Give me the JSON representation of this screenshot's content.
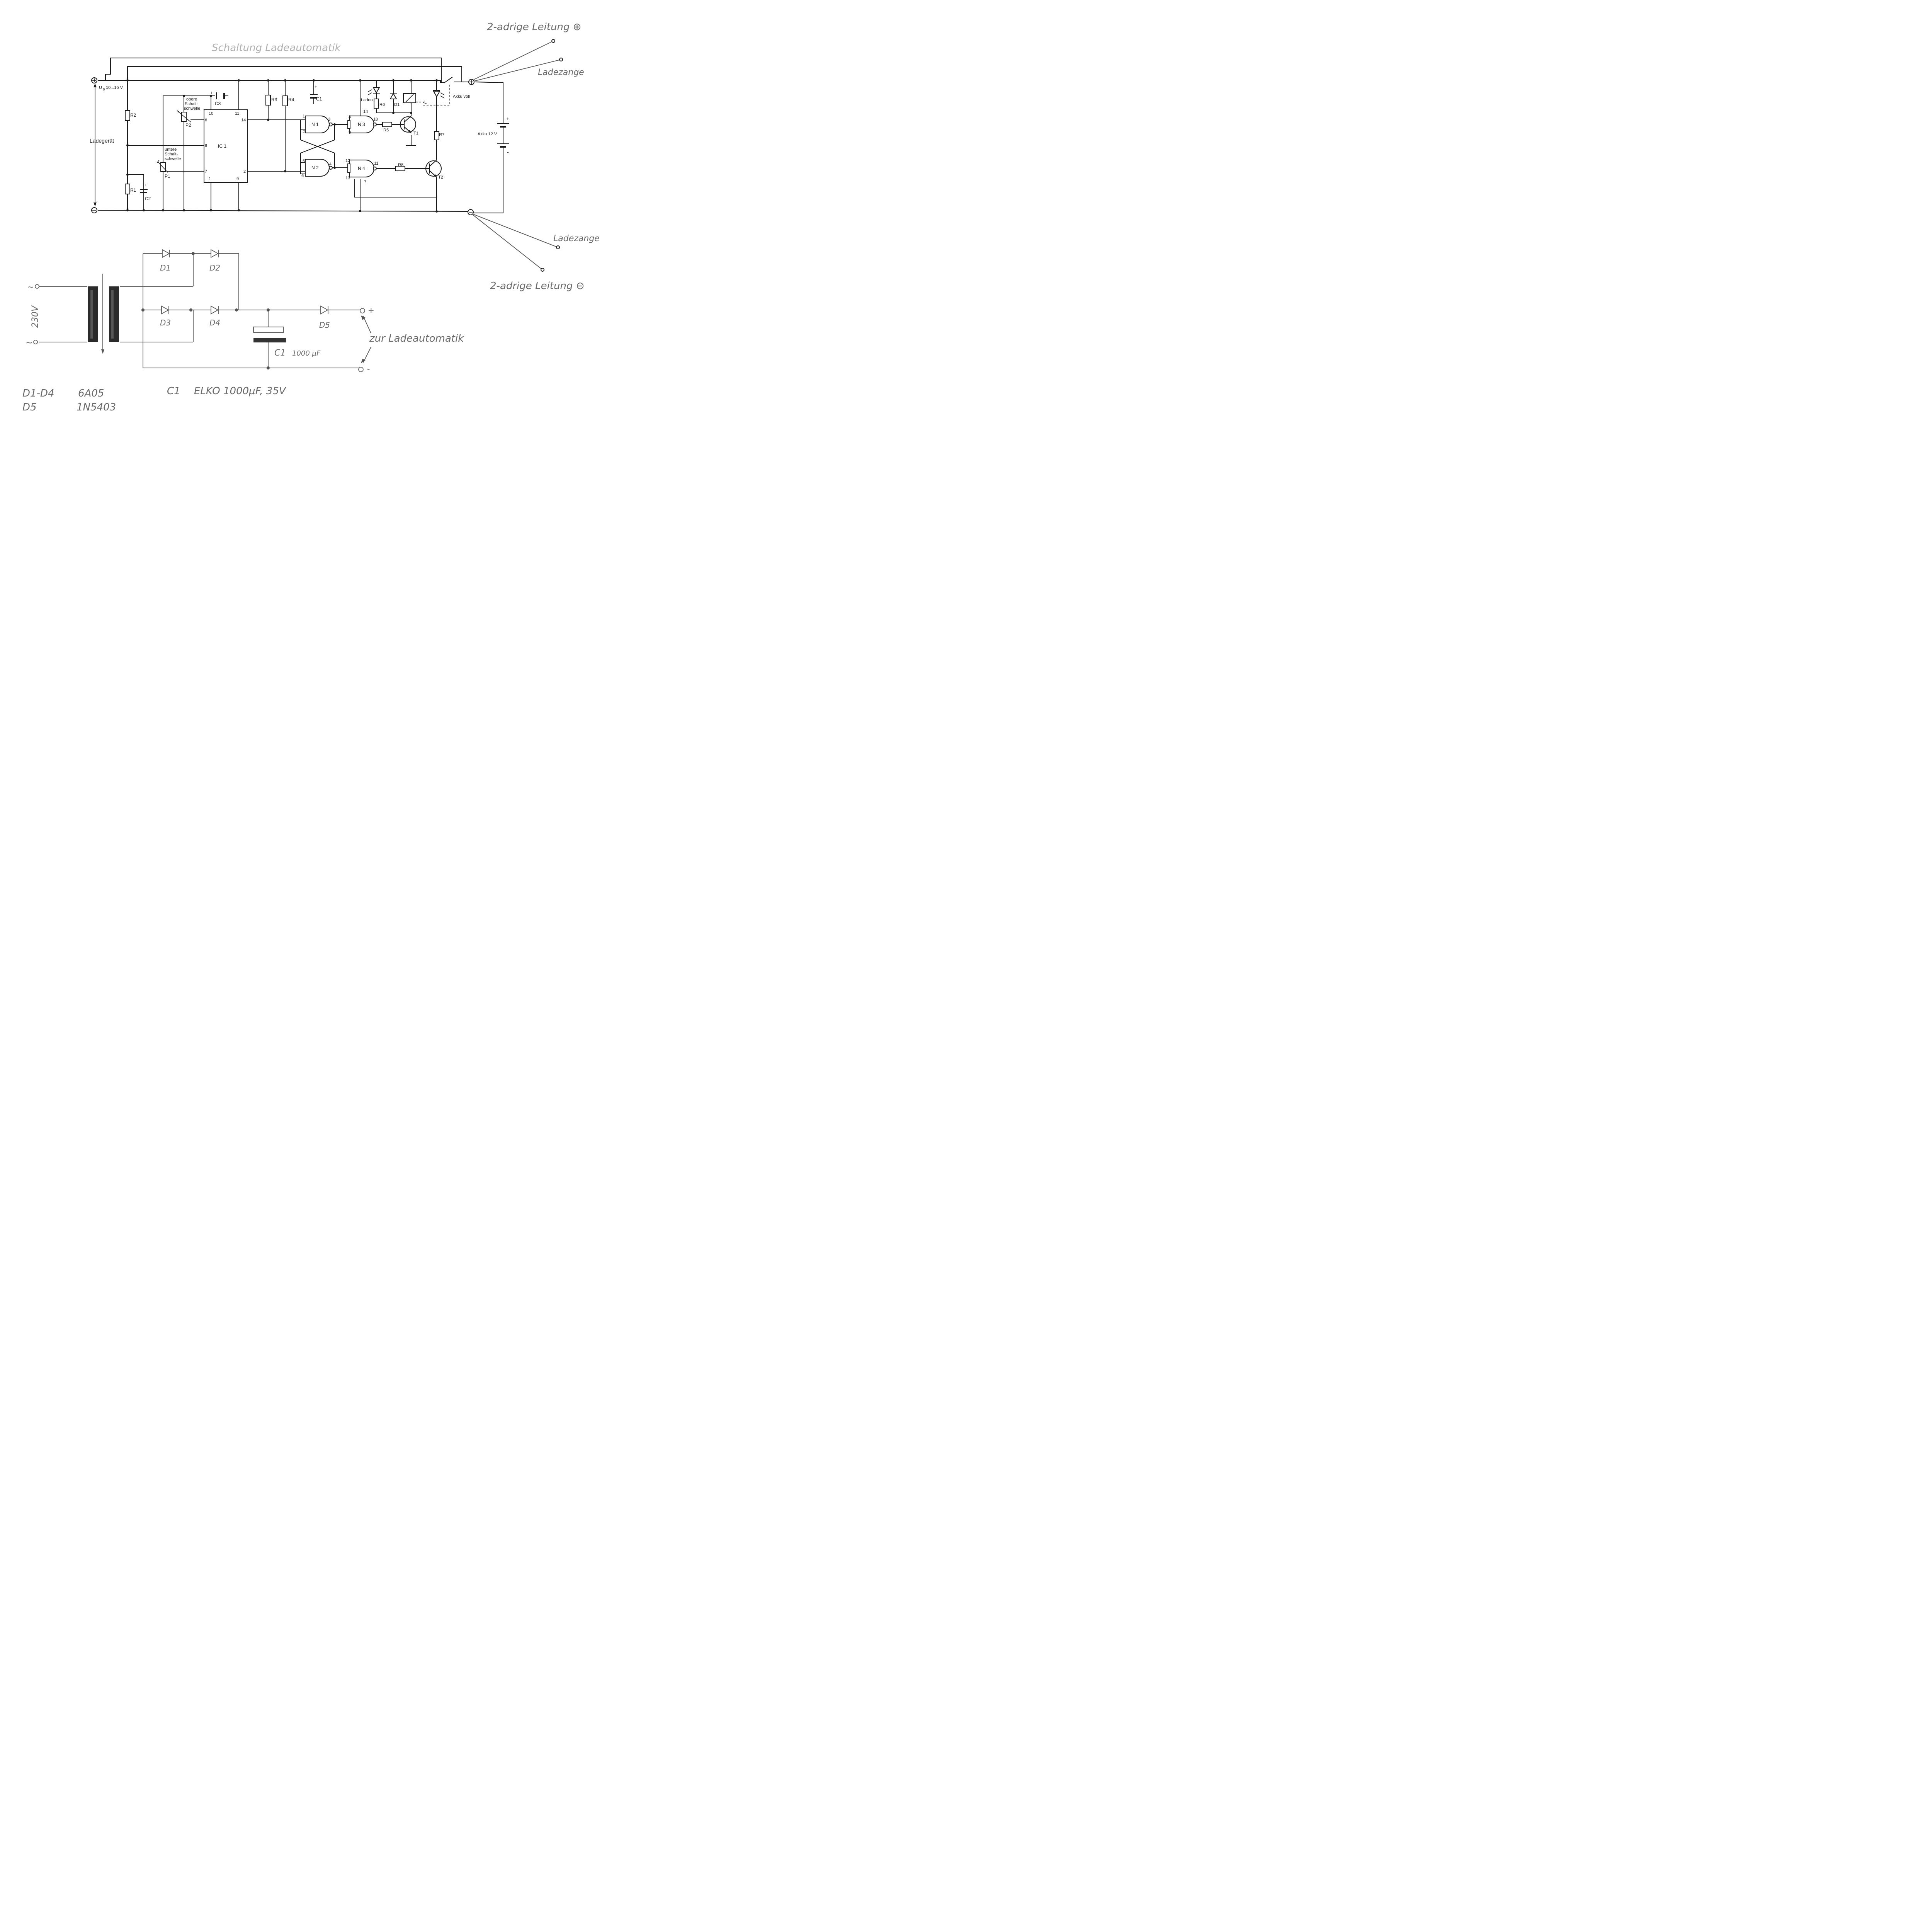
{
  "title": "Schaltung Ladeautomatik",
  "top_circuit": {
    "supply_label": "U",
    "supply_sub": "B",
    "supply_range": "10...15 V",
    "ladegeraet": "Ladegerät",
    "plus_symbol": "⊕",
    "minus_symbol": "⊖",
    "components": {
      "r1": "R1",
      "r2": "R2",
      "r3": "R3",
      "r4": "R4",
      "r5": "R5",
      "r6": "R6",
      "r7": "R7",
      "r8": "R8",
      "c1": "C1",
      "c2": "C2",
      "c3": "C3",
      "p1": "P1",
      "p2": "P2",
      "ic1": "IC 1",
      "n1": "N 1",
      "n2": "N 2",
      "n3": "N 3",
      "n4": "N 4",
      "d1": "D1",
      "t1": "T1",
      "t2": "T2"
    },
    "obere_schaltschwelle": [
      "obere",
      "Schalt-",
      "schwelle"
    ],
    "untere_schaltschwelle": [
      "untere",
      "Schalt-",
      "schwelle"
    ],
    "ic_pins": {
      "p10": "10",
      "p11": "11",
      "p14": "14",
      "p6": "6",
      "p8": "8",
      "p7": "7",
      "p2": "2",
      "p1": "1",
      "p9": "9"
    },
    "gate_pins": {
      "n1_1": "1",
      "n1_2": "2",
      "n1_3": "3",
      "n2_5": "5",
      "n2_6": "6",
      "n2_4": "4",
      "n3_8": "8",
      "n3_9": "9",
      "n3_10": "10",
      "n3_14": "14",
      "n4_12": "12",
      "n4_13": "13",
      "n4_11": "11",
      "n4_7": "7"
    },
    "laden": "Laden",
    "akku_voll": "Akku voll",
    "akku": "Akku 12 V",
    "relay_l": "L",
    "plus": "+",
    "minus": "-"
  },
  "leads": {
    "top": "2-adrige Leitung ⊕",
    "zange_top": "Ladezange",
    "zange_bottom": "Ladezange",
    "bottom": "2-adrige Leitung ⊖"
  },
  "psu": {
    "tilde": "~",
    "voltage": "230V",
    "d1": "D1",
    "d2": "D2",
    "d3": "D3",
    "d4": "D4",
    "d5": "D5",
    "c1": "C1",
    "c1_value": "1000 µF",
    "out_plus": "+",
    "out_minus": "-",
    "zur": "zur Ladeautomatik"
  },
  "parts_list": {
    "d1d4": "D1-D4",
    "d1d4_type": "6A05",
    "d5": "D5",
    "d5_type": "1N5403",
    "c1": "C1",
    "c1_desc": "ELKO 1000µF, 35V"
  }
}
